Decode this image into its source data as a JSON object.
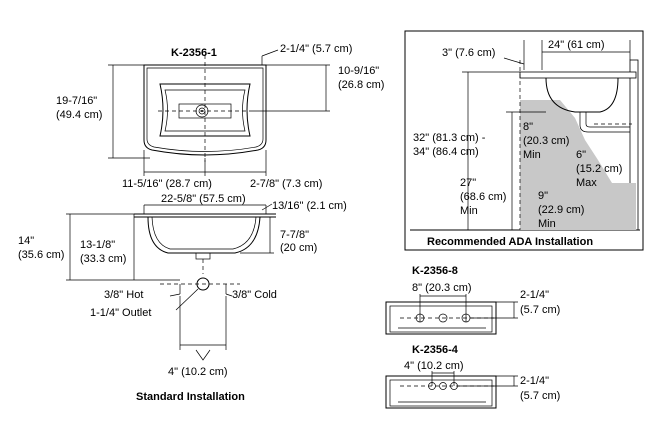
{
  "colors": {
    "ada_floor_fill": "#c8c8c8",
    "line": "#000000"
  },
  "top_view": {
    "model": "K-2356-1",
    "dim_top": "2-1/4\" (5.7 cm)",
    "dim_right_a": "10-9/16\"",
    "dim_right_b": "(26.8 cm)",
    "dim_left_a": "19-7/16\"",
    "dim_left_b": "(49.4 cm)",
    "dim_bottom_left": "11-5/16\" (28.7 cm)",
    "dim_bottom_right": "2-7/8\" (7.3 cm)"
  },
  "section_view": {
    "dim_width": "22-5/8\" (57.5 cm)",
    "dim_rim": "13/16\" (2.1 cm)",
    "dim_depth_a": "7-7/8\"",
    "dim_depth_b": "(20 cm)",
    "dim_total_a": "14\"",
    "dim_total_b": "(35.6 cm)",
    "dim_height_a": "13-1/8\"",
    "dim_height_b": "(33.3 cm)",
    "hot": "3/8\" Hot",
    "cold": "3/8\" Cold",
    "outlet": "1-1/4\" Outlet",
    "dim_supply": "4\" (10.2 cm)",
    "caption": "Standard Installation"
  },
  "ada": {
    "dim_overhang": "3\" (7.6 cm)",
    "dim_depth": "24\" (61 cm)",
    "dim_height_a": "32\" (81.3 cm) -",
    "dim_height_b": "34\" (86.4 cm)",
    "dim_knee_a": "27\"",
    "dim_knee_b": "(68.6 cm)",
    "dim_knee_c": "Min",
    "dim_toe_a": "8\"",
    "dim_toe_b": "(20.3 cm)",
    "dim_toe_c": "Min",
    "dim_max_a": "6\"",
    "dim_max_b": "(15.2 cm)",
    "dim_max_c": "Max",
    "dim_floor_a": "9\"",
    "dim_floor_b": "(22.9 cm)",
    "dim_floor_c": "Min",
    "caption": "Recommended ADA Installation"
  },
  "variant_8": {
    "model": "K-2356-8",
    "dim_spread": "8\" (20.3 cm)",
    "dim_a": "2-1/4\"",
    "dim_b": "(5.7 cm)"
  },
  "variant_4": {
    "model": "K-2356-4",
    "dim_spread": "4\" (10.2 cm)",
    "dim_a": "2-1/4\"",
    "dim_b": "(5.7 cm)"
  }
}
